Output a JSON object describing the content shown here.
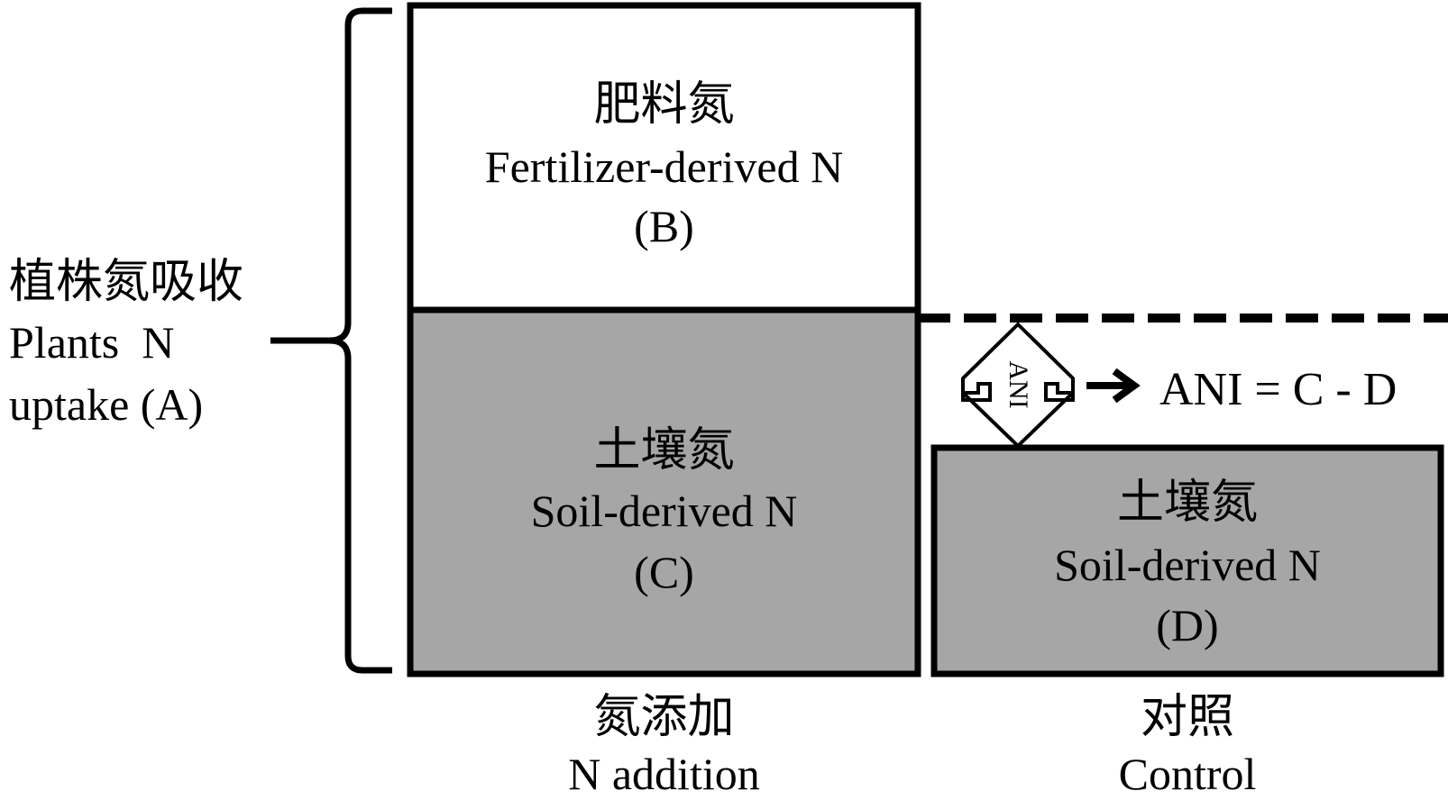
{
  "plant_uptake": {
    "zh": "植株氮吸收",
    "en_line1": "Plants  N",
    "en_line2": "uptake (A)"
  },
  "fertilizer_box": {
    "zh": "肥料氮",
    "en": "Fertilizer-derived N",
    "tag": "(B)"
  },
  "soil_box_n": {
    "zh": "土壤氮",
    "en": "Soil-derived N",
    "tag": "(C)"
  },
  "soil_box_control": {
    "zh": "土壤氮",
    "en": "Soil-derived N",
    "tag": "(D)"
  },
  "ani": {
    "symbol": "ANI",
    "formula": "ANI = C - D"
  },
  "n_addition": {
    "zh": "氮添加",
    "en": "N addition"
  },
  "control": {
    "zh": "对照",
    "en": "Control"
  },
  "colors": {
    "soil_fill": "#a6a6a6",
    "fertilizer_fill": "#ffffff",
    "stroke": "#000000"
  }
}
